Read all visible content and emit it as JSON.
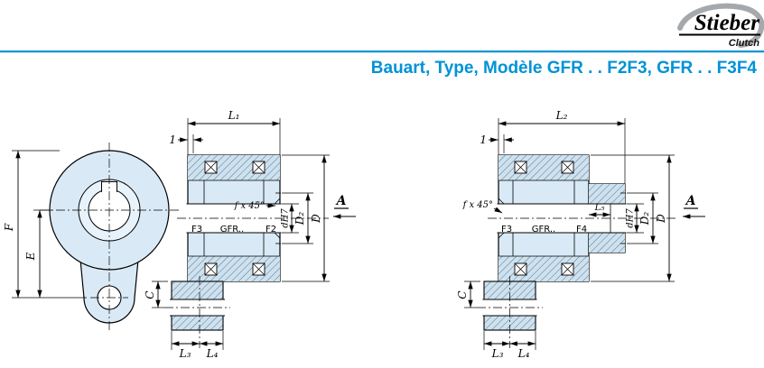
{
  "colors": {
    "accent": "#0093d6",
    "drawing_fill": "#d9eaf6",
    "hatch_line": "#4a5560",
    "logo_gray": "#a6a9ac"
  },
  "header": {
    "title": "Bauart, Type, Modèle GFR . . F2F3, GFR . . F3F4",
    "logo": {
      "brand": "Stieber",
      "sub": "Clutch"
    }
  },
  "front_view": {
    "dim_F": "F",
    "dim_E": "E"
  },
  "section_f2f3": {
    "dim_L1": "L₁",
    "dim_1": "1",
    "chamfer": "f x 45°",
    "dim_d": "dH7",
    "dim_D2": "D₂",
    "dim_D": "D",
    "section_mark": "A",
    "label_F3": "F3",
    "label_model": "GFR..",
    "label_F2": "F2",
    "dim_C": "C",
    "dim_L3": "L₃",
    "dim_L4": "L₄"
  },
  "section_f3f4": {
    "dim_L2": "L₂",
    "dim_1": "1",
    "chamfer": "f x 45°",
    "dim_L5": "L₅",
    "dim_d": "dH7",
    "dim_D2": "D₂",
    "dim_D": "D",
    "section_mark": "A",
    "label_F3": "F3",
    "label_model": "GFR..",
    "label_F4": "F4",
    "dim_C": "C",
    "dim_L3": "L₃",
    "dim_L4": "L₄"
  }
}
